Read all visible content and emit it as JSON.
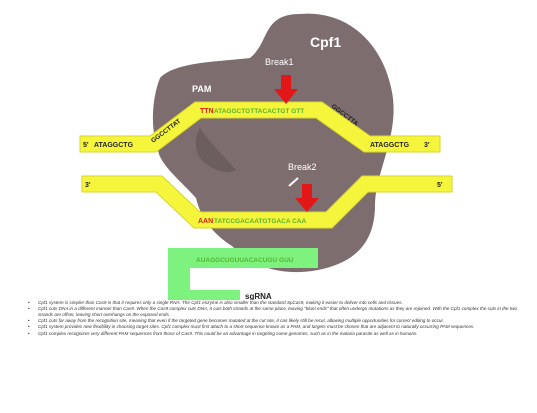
{
  "diagram": {
    "enzyme_label": "Cpf1",
    "pam_label": "PAM",
    "break1_label": "Break1",
    "break2_label": "Break2",
    "top_strand": {
      "five_prime": "5'",
      "left_seq": "ATAGGCTG",
      "left_diag_seq": "GGCCTTAT",
      "pam_seq": "TTN",
      "target_seq": "ATAGGCTGTTACACTGT GTT",
      "right_diag_seq": "GGCCTTA",
      "right_seq": "ATAGGCTG",
      "three_prime": "3'"
    },
    "bottom_strand": {
      "left_end": "3'",
      "right_end": "5'",
      "pam_complement": "AAN",
      "target_seq": "TATCCGACAATGTGACA CAA"
    },
    "sgrna_seq": "AUAGGCUGUUACACUGU GUU",
    "sgrna_label": "sgRNA"
  },
  "notes": [
    "Cpf1 system is simpler than Cas9 in that it requires only a single RNA. The Cpf1 enzyme is also smaller than the standard SpCas9, making it easier to deliver into cells and tissues.",
    "Cpf1 cuts DNA in a different manner than Cas9. When the Cas9 complex cuts DNA, it cuts both strands at the same place, leaving \"blunt ends\" that often undergo mutations as they are rejoined. With the Cpf1 complex the cuts in the two strands are offset, leaving short overhangs on the exposed ends.",
    "Cpf1 cuts far away from the recognition site, meaning that even if the targeted gene becomes mutated at the cut site, it can likely still be recut, allowing multiple opportunities for correct editing to occur.",
    "Cpf1 system provides new flexibility in choosing target sites. Cpf1 complex must first attach to a short sequence known as a PAM, and targets must be chosen that are adjacent to naturally occurring PAM sequences.",
    "Cpf1 complex recognizes very different PAM sequences from those of Cas9. This could be an advantage in targeting some genomes, such as in the malaria parasite as well as in humans."
  ],
  "colors": {
    "enzyme": "#7d6d6e",
    "enzyme_dark": "#5c4f50",
    "strand": "#f5f53c",
    "strand_edge": "#d6d62a",
    "pam_text": "#e01b1b",
    "seq_text": "#55b52e",
    "dark_text": "#222222",
    "arrow": "#e31717",
    "sgrna": "#7ef27e"
  }
}
